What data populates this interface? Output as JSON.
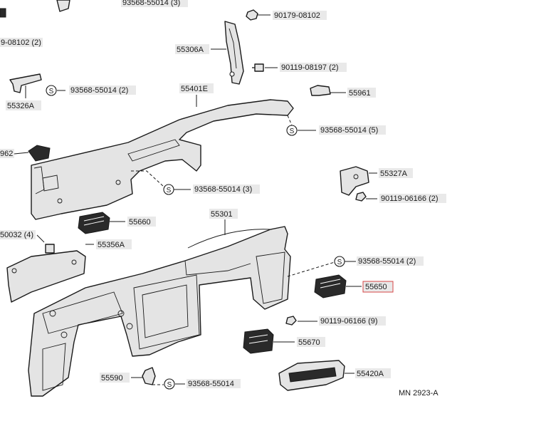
{
  "diagram": {
    "title": "Instrument panel parts diagram",
    "drawing_code": "MN 2923-A",
    "symbol_letter": "S",
    "highlight_color": "#d64545",
    "labels": [
      "93568-55014 (3)",
      "90179-08102",
      "9-08102 (2)",
      "55306A",
      "90119-08197 (2)",
      "55401E",
      "55326A",
      "93568-55014 (2)",
      "55961",
      "93568-55014 (5)",
      "962",
      "55327A",
      "93568-55014 (3)",
      "90119-06166 (2)",
      "55301",
      "55660",
      "50032 (4)",
      "55356A",
      "93568-55014 (2)",
      "55650",
      "90119-06166 (9)",
      "55670",
      "55420A",
      "55590",
      "93568-55014"
    ]
  }
}
